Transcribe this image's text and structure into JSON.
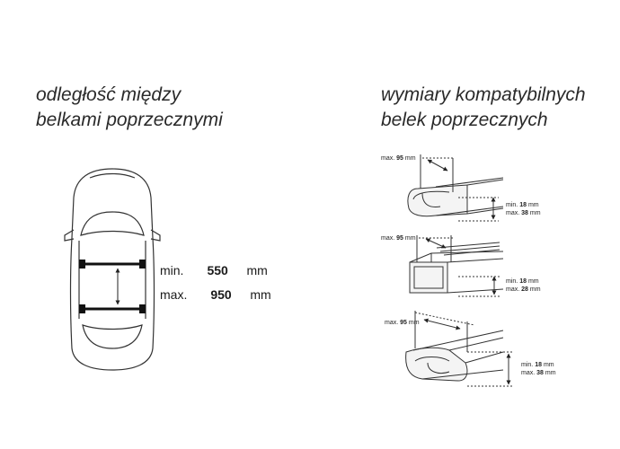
{
  "left_heading": {
    "line1": "odległość między",
    "line2": "belkami poprzecznymi"
  },
  "right_heading": {
    "line1": "wymiary kompatybilnych",
    "line2": "belek poprzecznych"
  },
  "distance": {
    "min_label": "min.",
    "min_value": "550",
    "max_label": "max.",
    "max_value": "950",
    "unit": "mm"
  },
  "profiles": [
    {
      "width_label": "max.",
      "width_value": "95",
      "unit": "mm",
      "h_min_label": "min.",
      "h_min_value": "18",
      "h_max_label": "max.",
      "h_max_value": "38"
    },
    {
      "width_label": "max.",
      "width_value": "95",
      "unit": "mm",
      "h_min_label": "min.",
      "h_min_value": "18",
      "h_max_label": "max.",
      "h_max_value": "28"
    },
    {
      "width_label": "max.",
      "width_value": "95",
      "unit": "mm",
      "h_min_label": "min.",
      "h_min_value": "18",
      "h_max_label": "max.",
      "h_max_value": "38"
    }
  ]
}
